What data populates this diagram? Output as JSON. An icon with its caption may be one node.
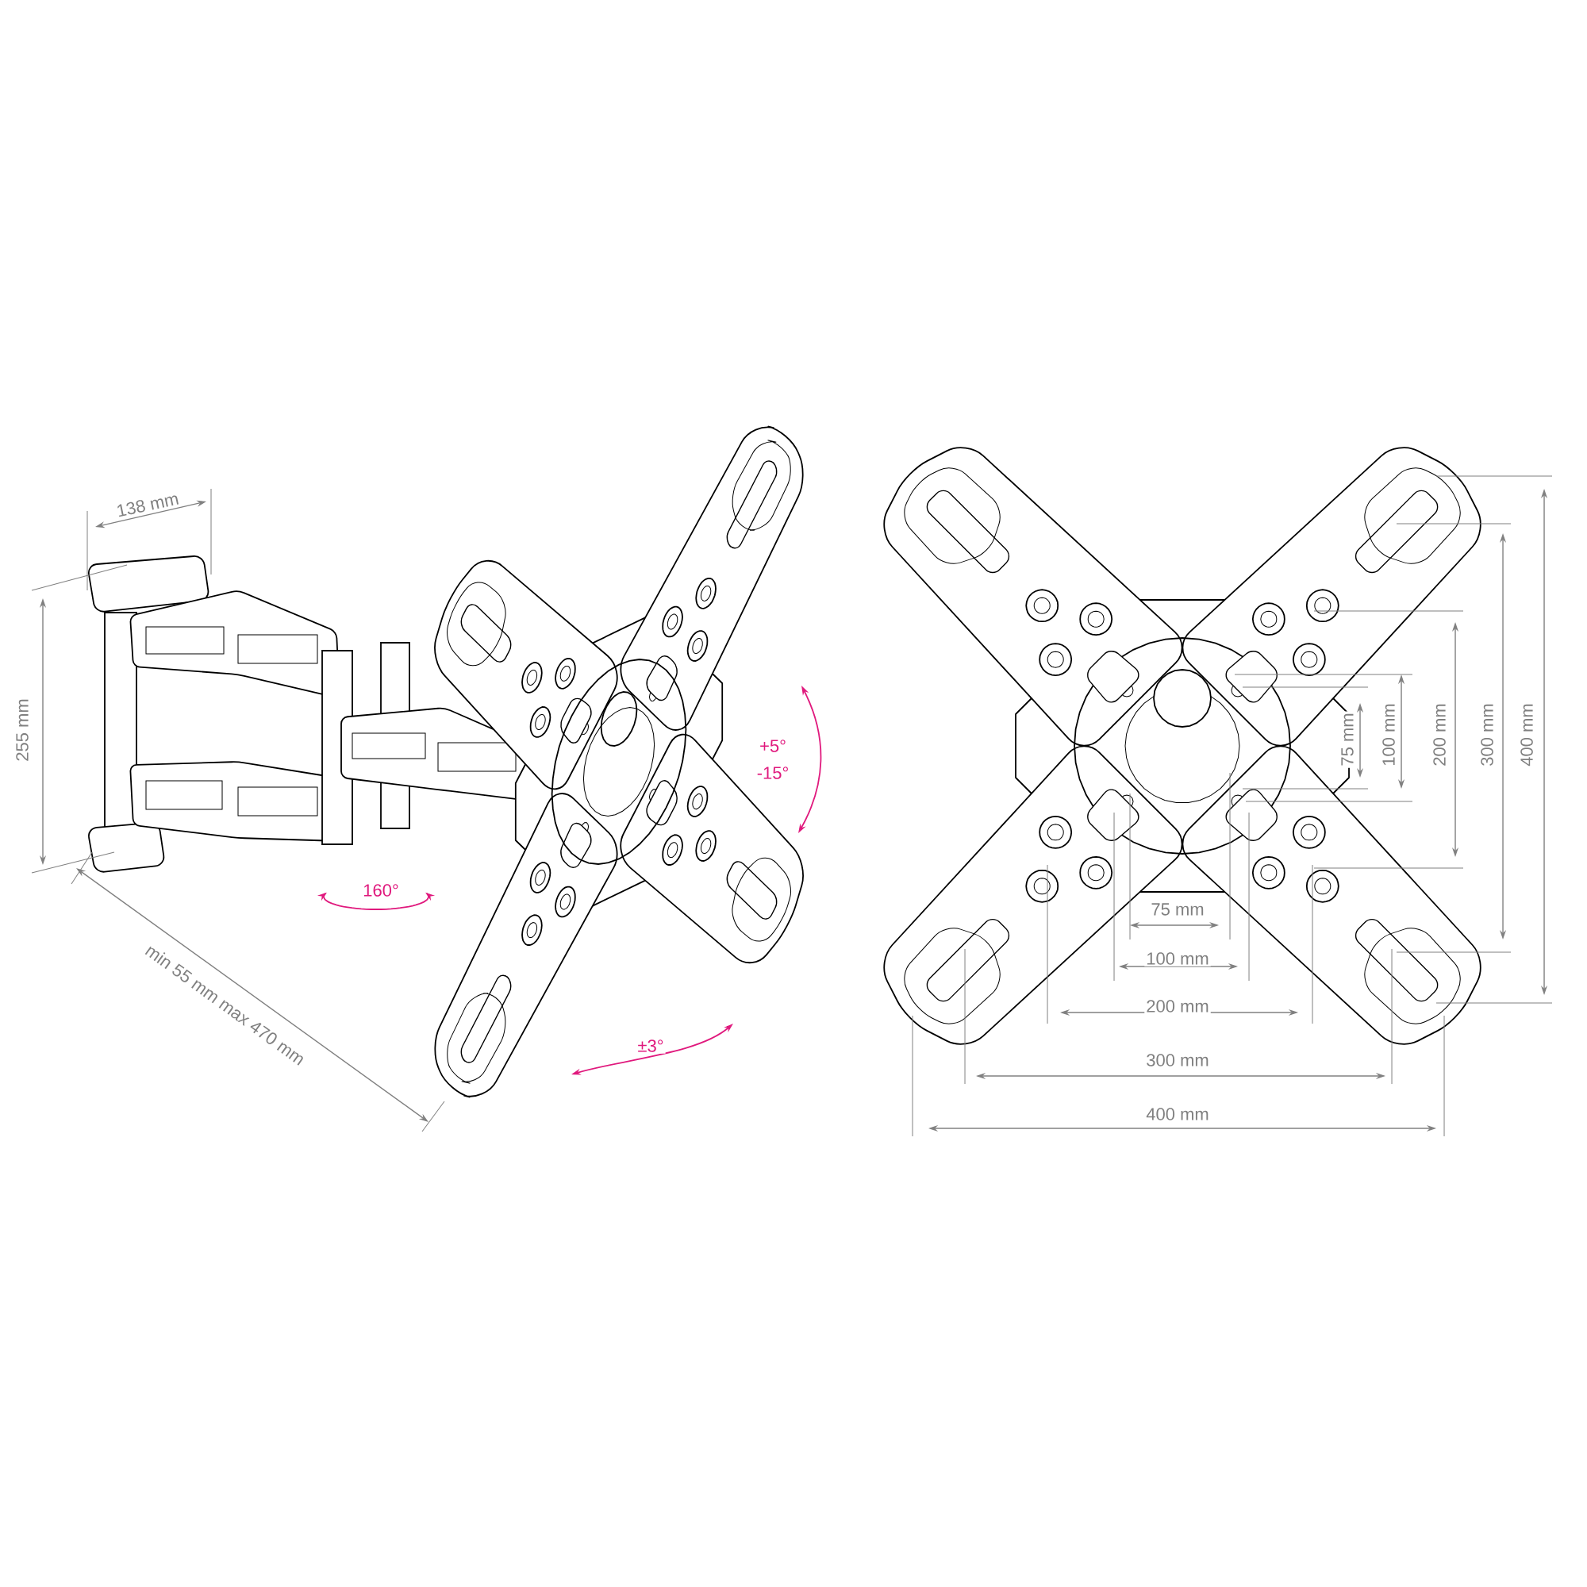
{
  "diagram": {
    "labels": [
      "138 mm",
      "255 mm",
      "+5°",
      "-15°",
      "160°",
      "min 55 mm max 470 mm",
      "±3°",
      "75 mm",
      "100 mm",
      "200 mm",
      "300 mm",
      "400 mm",
      "75 mm",
      "100 mm",
      "200 mm",
      "300 mm",
      "400 mm"
    ]
  }
}
